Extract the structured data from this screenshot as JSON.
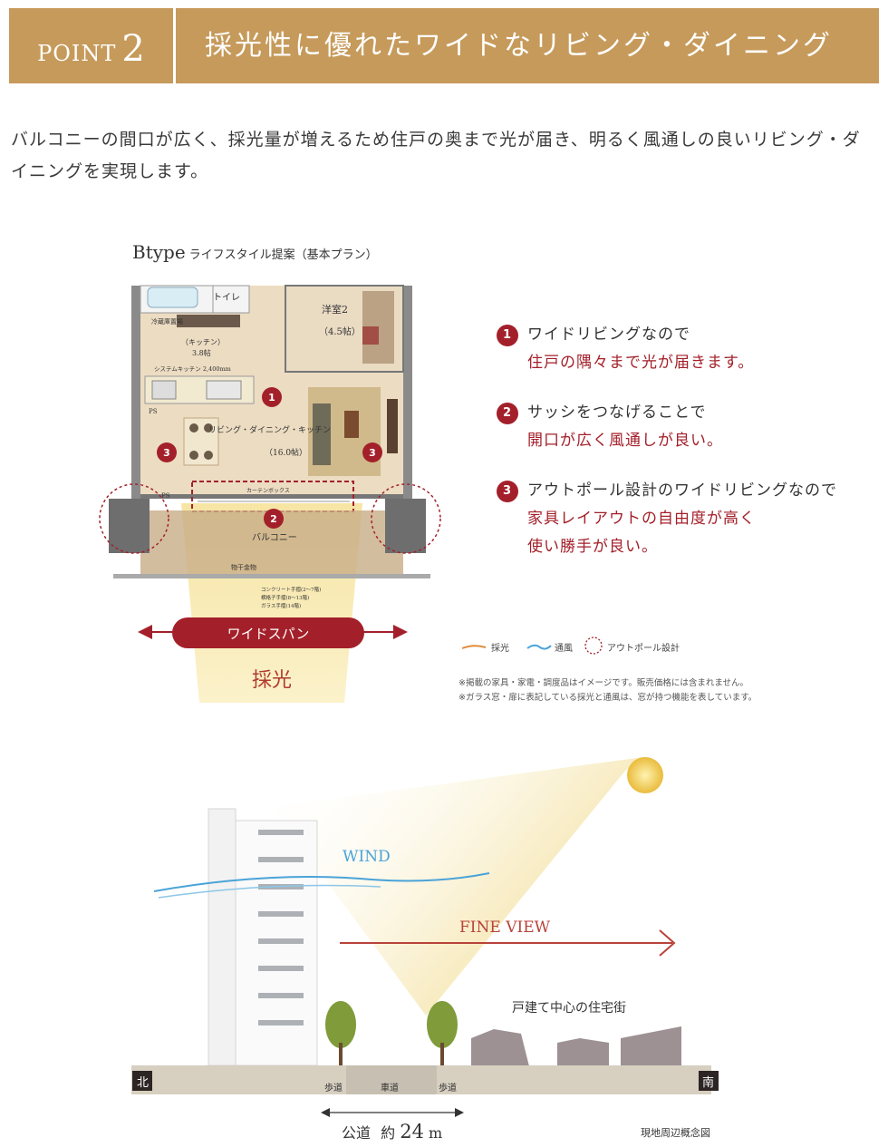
{
  "header": {
    "point_word": "POINT",
    "point_number": "2",
    "title": "採光性に優れたワイドなリビング・ダイニング"
  },
  "intro": "バルコニーの間口が広く、採光量が増えるため住戸の奥まで光が届き、明るく風通しの良いリビング・ダイニングを実現します。",
  "plan": {
    "type": "Btype",
    "subtitle": "ライフスタイル提案（基本プラン）",
    "labels": {
      "toilet": "トイレ",
      "western_room": "洋室2",
      "western_room_size": "（4.5帖）",
      "fridge": "冷蔵庫置場",
      "kitchen": "（キッチン）",
      "kitchen_size": "3.8帖",
      "system_kitchen": "システムキッチン 2,400mm",
      "ps1": "PS",
      "ps2": "PS",
      "ldk": "リビング・ダイニング・キッチン",
      "ldk_size": "（16.0帖）",
      "curtain_box": "カーテンボックス",
      "balcony": "バルコニー",
      "drying": "物干金物",
      "railing1": "コンクリート手摺(2〜7階)",
      "railing2": "横格子手摺(8〜13階)",
      "railing3": "ガラス手摺(14階)",
      "wide_span": "ワイドスパン",
      "daylight": "採光",
      "marker1": "1",
      "marker2": "2",
      "marker3a": "3",
      "marker3b": "3"
    }
  },
  "points": [
    {
      "num": "1",
      "line1": "ワイドリビングなので",
      "line2": "住戸の隅々まで光が届きます。"
    },
    {
      "num": "2",
      "line1": "サッシをつなげることで",
      "line2": "開口が広く風通しが良い。"
    },
    {
      "num": "3",
      "line1": "アウトポール設計のワイドリビングなので",
      "line2": "家具レイアウトの自由度が高く",
      "line3": "使い勝手が良い。"
    }
  ],
  "legend": {
    "light": "採光",
    "wind": "通風",
    "outpole": "アウトポール設計"
  },
  "notes": [
    "※掲載の家具・家電・調度品はイメージです。販売価格には含まれません。",
    "※ガラス窓・扉に表記している採光と通風は、窓が持つ機能を表しています。"
  ],
  "diagram": {
    "wind": "WIND",
    "fine_view": "FINE VIEW",
    "houses": "戸建て中心の住宅街",
    "north": "北",
    "south": "南",
    "sidewalk1": "歩道",
    "roadway": "車道",
    "sidewalk2": "歩道",
    "road_label": "公道",
    "road_width_prefix": "約",
    "road_width_value": "24",
    "road_width_unit": "m",
    "caption": "現地周辺概念図"
  },
  "colors": {
    "header": "#c69a5b",
    "accent": "#a3202a",
    "wind": "#4aa3d8",
    "light": "#f4e7a8"
  }
}
